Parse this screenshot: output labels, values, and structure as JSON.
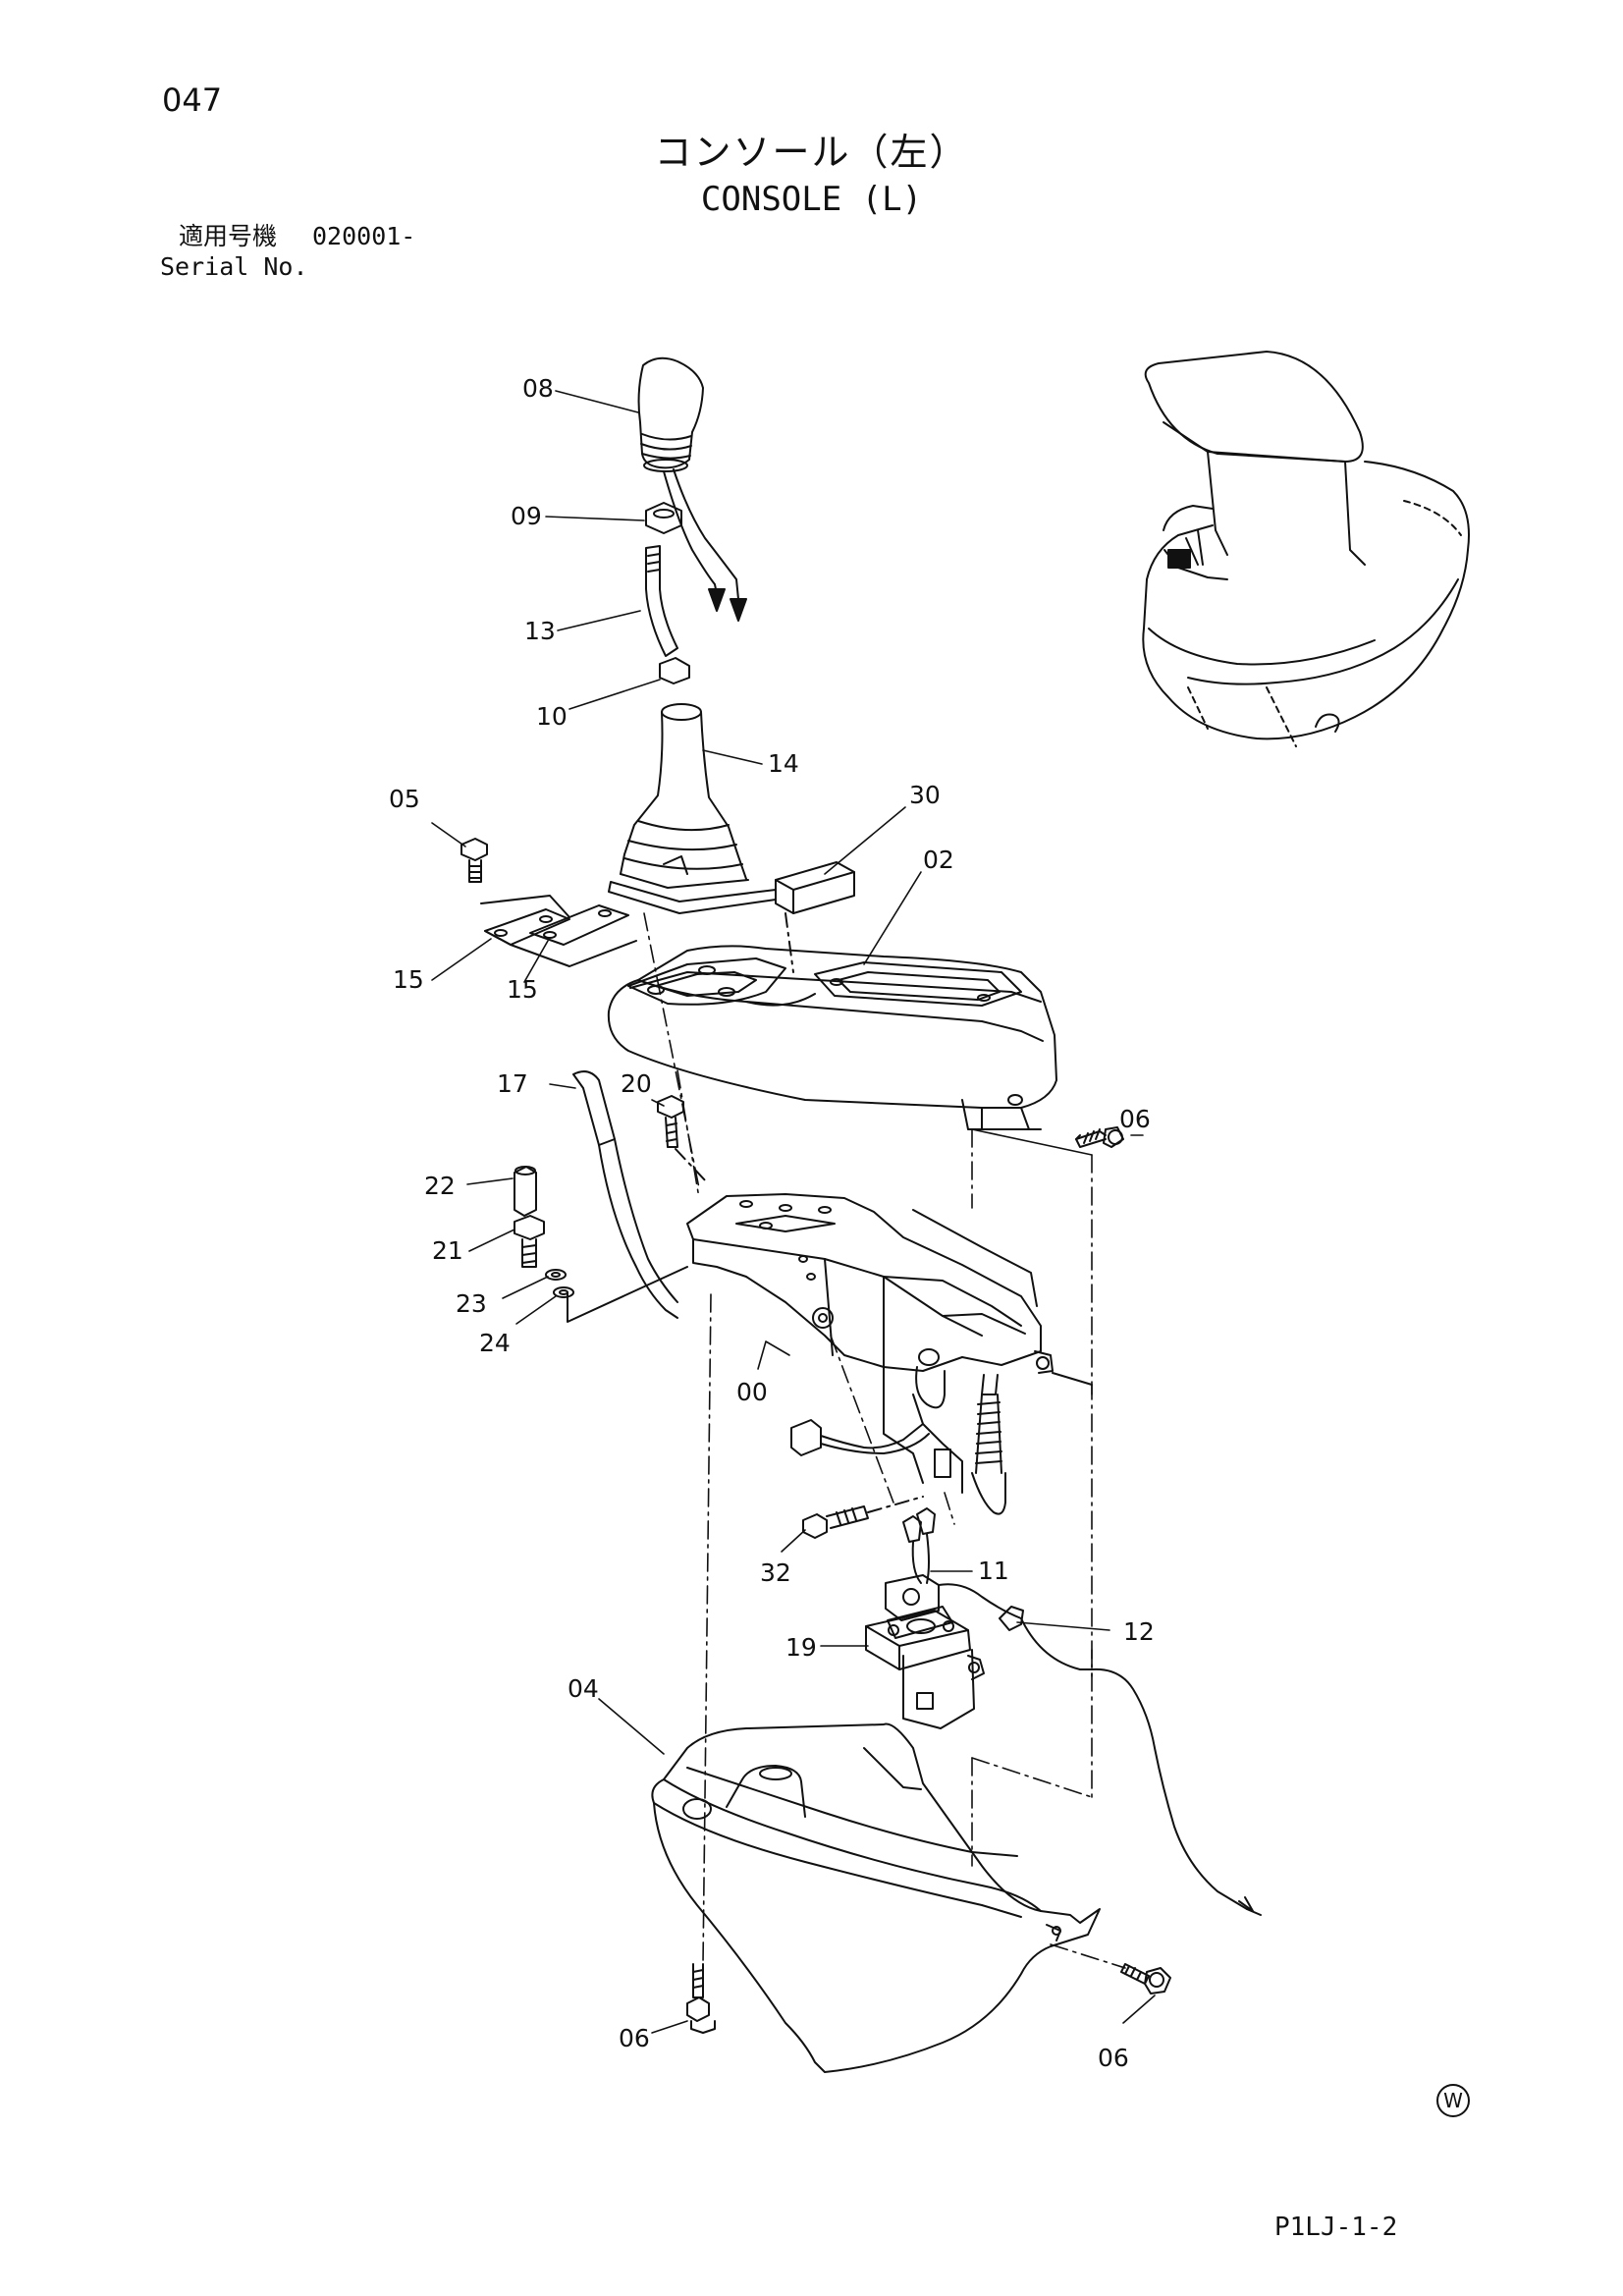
{
  "header": {
    "page_number": "047",
    "title_jp": "コンソール（左）",
    "title_en": "CONSOLE (L)",
    "serial_label_jp": "適用号機",
    "serial_value": "020001-",
    "serial_label_en": "Serial No."
  },
  "callouts": {
    "p00": "00",
    "p02": "02",
    "p04": "04",
    "p05": "05",
    "p06a": "06",
    "p06b": "06",
    "p06c": "06",
    "p08": "08",
    "p09": "09",
    "p10": "10",
    "p11": "11",
    "p12": "12",
    "p13": "13",
    "p14": "14",
    "p15a": "15",
    "p15b": "15",
    "p17": "17",
    "p19": "19",
    "p20": "20",
    "p21": "21",
    "p22": "22",
    "p23": "23",
    "p24": "24",
    "p30": "30",
    "p32": "32"
  },
  "footer": {
    "mark": "W",
    "page_code": "P1LJ-1-2"
  }
}
